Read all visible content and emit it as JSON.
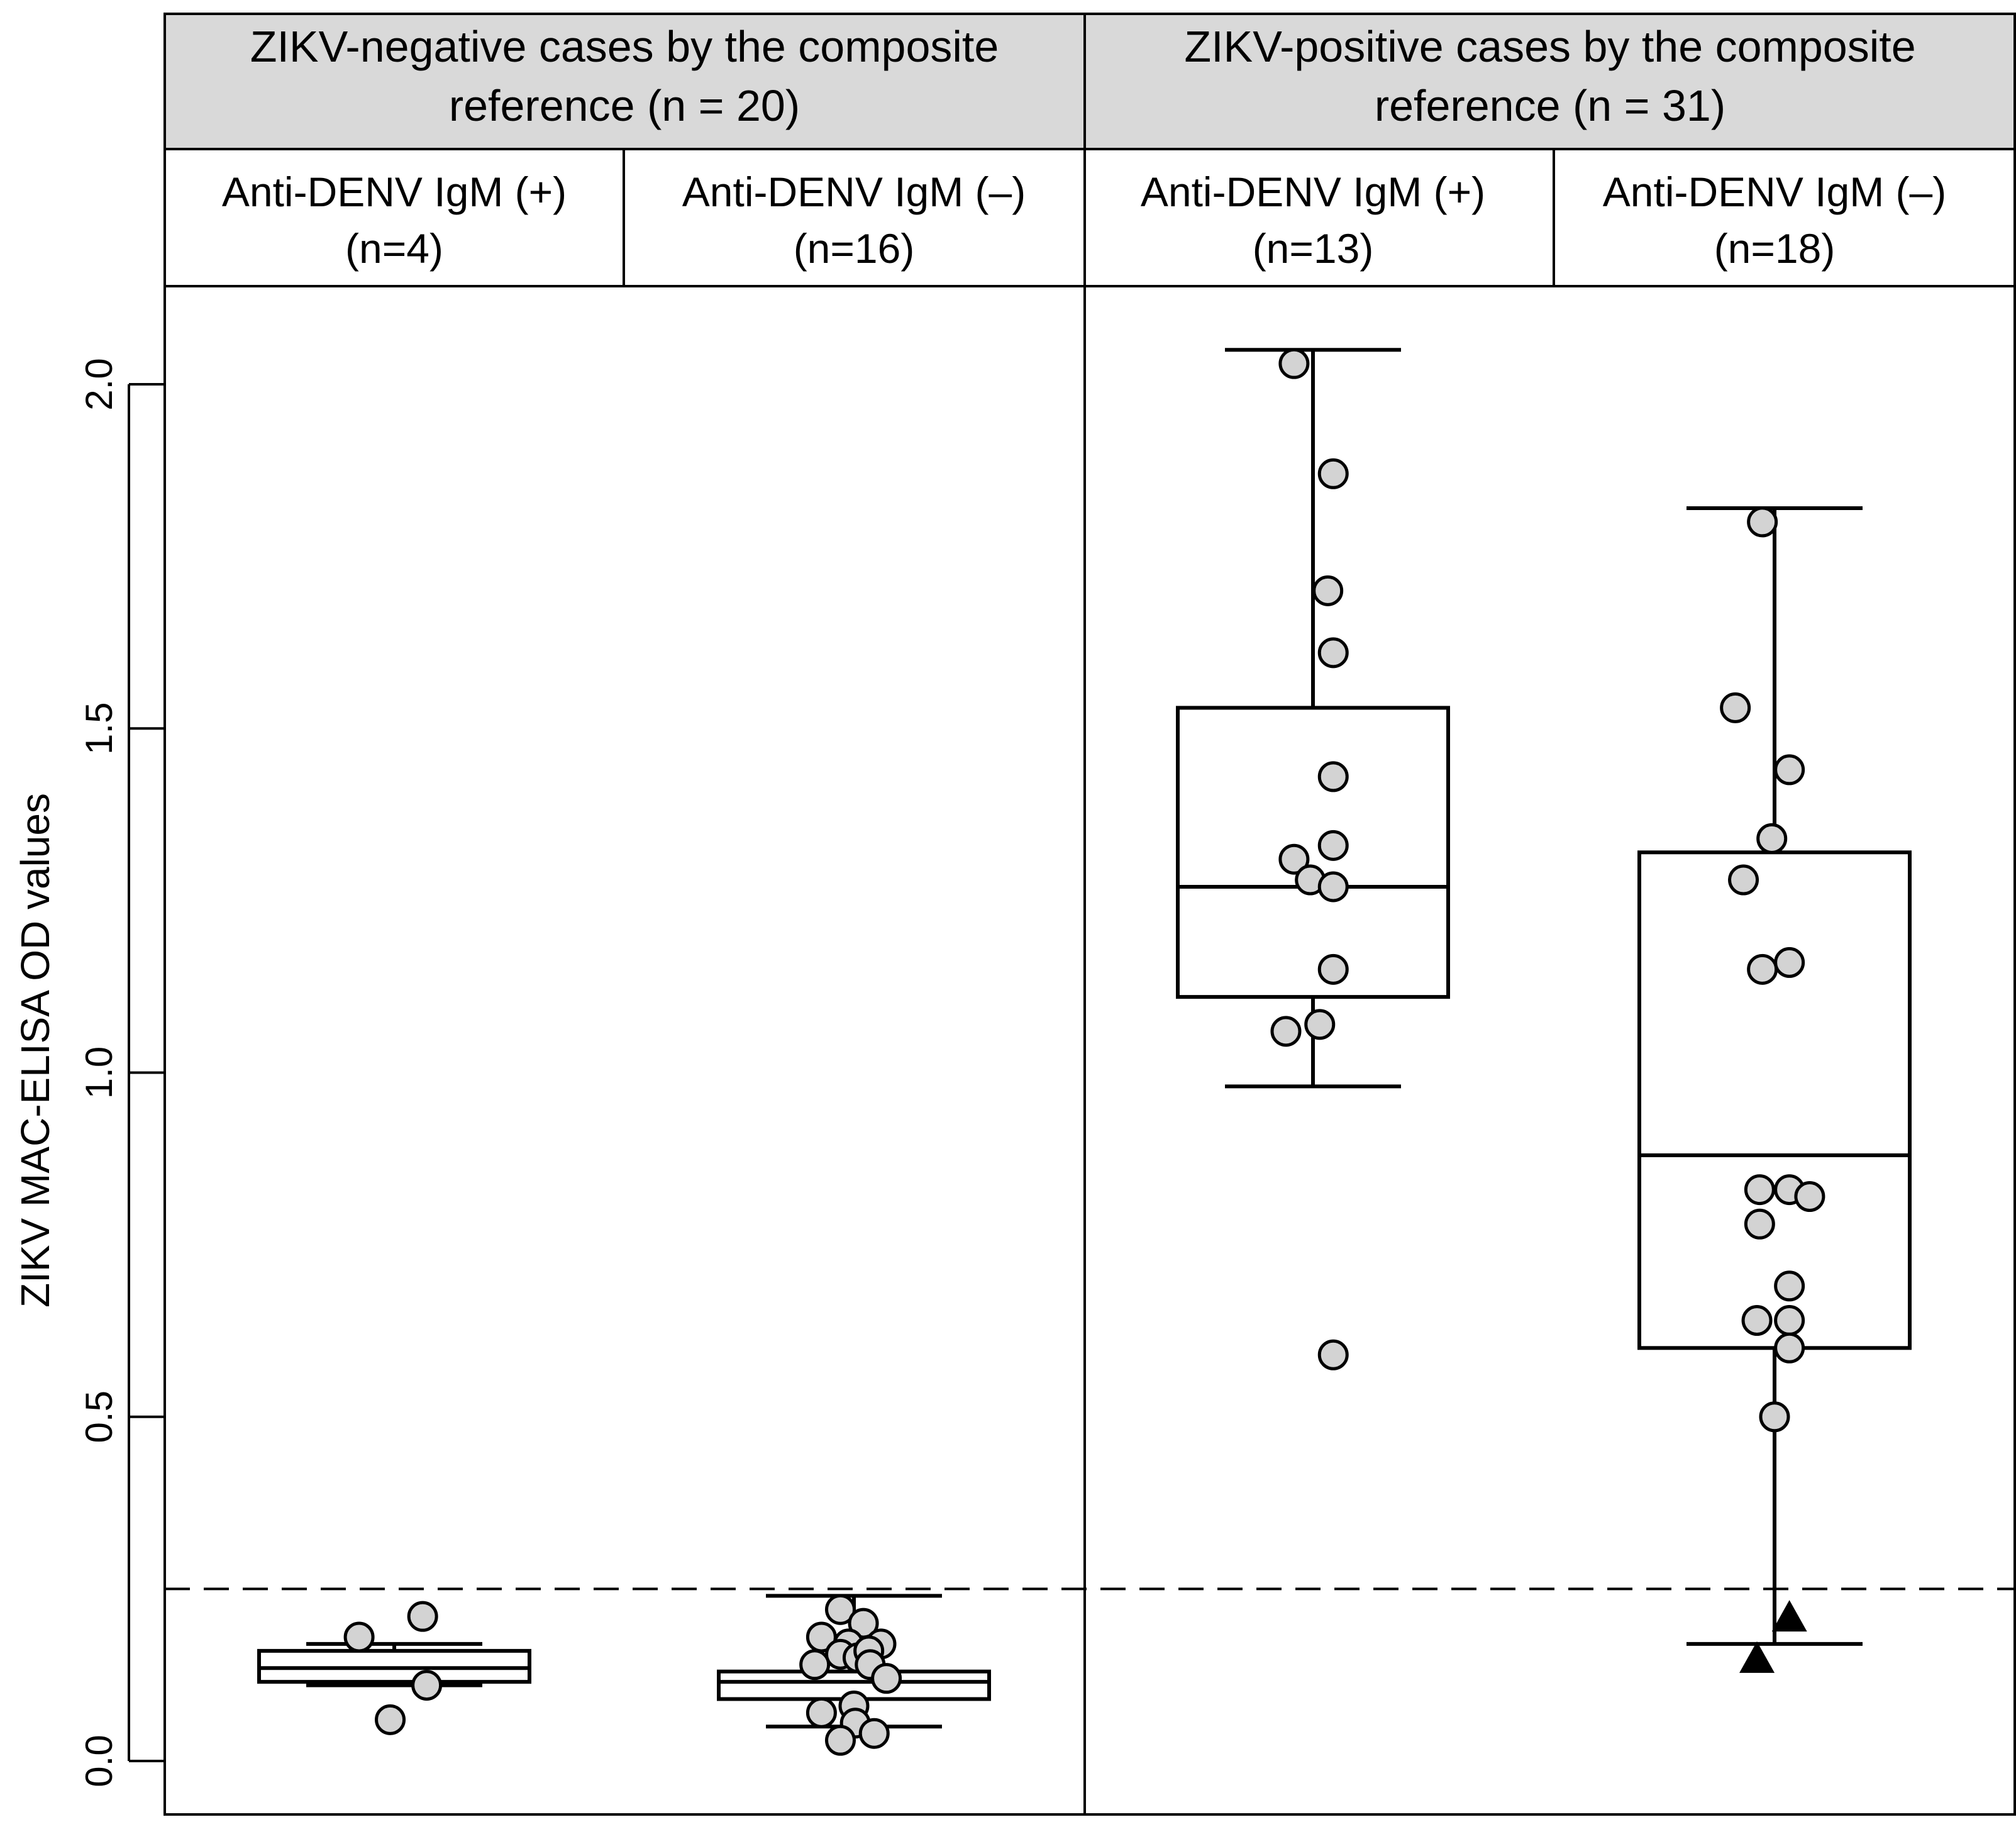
{
  "chart_data": {
    "type": "box",
    "ylabel": "ZIKV MAC-ELISA OD values",
    "ylim": [
      -0.04,
      2.16
    ],
    "yticks": [
      0.0,
      0.5,
      1.0,
      1.5,
      2.0
    ],
    "ytick_labels": [
      "0.0",
      "0.5",
      "1.0",
      "1.5",
      "2.0"
    ],
    "cutoff": 0.25,
    "panels": [
      {
        "label_lines": [
          "ZIKV-negative  cases by the composite",
          "reference (n = 20)"
        ],
        "groups": [
          {
            "label_lines": [
              "Anti-DENV IgM (+)",
              "(n=4)"
            ],
            "box": {
              "whisker_low": 0.11,
              "q1": 0.115,
              "median": 0.135,
              "q3": 0.16,
              "whisker_high": 0.17
            },
            "points": [
              {
                "dx": -0.26,
                "y": 0.18
              },
              {
                "dx": 0.21,
                "y": 0.21
              },
              {
                "dx": 0.24,
                "y": 0.11
              },
              {
                "dx": -0.03,
                "y": 0.06
              }
            ],
            "triangles": []
          },
          {
            "label_lines": [
              "Anti-DENV IgM (–)",
              "(n=16)"
            ],
            "box": {
              "whisker_low": 0.05,
              "q1": 0.09,
              "median": 0.115,
              "q3": 0.13,
              "whisker_high": 0.24
            },
            "points": [
              {
                "dx": -0.1,
                "y": 0.22
              },
              {
                "dx": 0.07,
                "y": 0.2
              },
              {
                "dx": -0.24,
                "y": 0.18
              },
              {
                "dx": -0.04,
                "y": 0.17
              },
              {
                "dx": 0.2,
                "y": 0.17
              },
              {
                "dx": -0.1,
                "y": 0.155
              },
              {
                "dx": 0.03,
                "y": 0.15
              },
              {
                "dx": 0.11,
                "y": 0.16
              },
              {
                "dx": -0.29,
                "y": 0.14
              },
              {
                "dx": 0.12,
                "y": 0.14
              },
              {
                "dx": 0.24,
                "y": 0.12
              },
              {
                "dx": -0.24,
                "y": 0.07
              },
              {
                "dx": 0.0,
                "y": 0.08
              },
              {
                "dx": 0.01,
                "y": 0.055
              },
              {
                "dx": -0.1,
                "y": 0.03
              },
              {
                "dx": 0.15,
                "y": 0.04
              }
            ],
            "triangles": []
          }
        ]
      },
      {
        "label_lines": [
          "ZIKV-positive  cases by the composite",
          "reference (n = 31)"
        ],
        "groups": [
          {
            "label_lines": [
              "Anti-DENV IgM (+)",
              "(n=13)"
            ],
            "box": {
              "whisker_low": 0.98,
              "q1": 1.11,
              "median": 1.27,
              "q3": 1.53,
              "whisker_high": 2.05
            },
            "points": [
              {
                "dx": -0.14,
                "y": 2.03
              },
              {
                "dx": 0.15,
                "y": 1.87
              },
              {
                "dx": 0.11,
                "y": 1.7
              },
              {
                "dx": 0.15,
                "y": 1.61
              },
              {
                "dx": 0.15,
                "y": 1.43
              },
              {
                "dx": 0.15,
                "y": 1.33
              },
              {
                "dx": -0.14,
                "y": 1.31
              },
              {
                "dx": -0.02,
                "y": 1.28
              },
              {
                "dx": 0.15,
                "y": 1.27
              },
              {
                "dx": 0.15,
                "y": 1.15
              },
              {
                "dx": 0.05,
                "y": 1.07
              },
              {
                "dx": -0.2,
                "y": 1.06
              },
              {
                "dx": 0.15,
                "y": 0.59
              }
            ],
            "triangles": []
          },
          {
            "label_lines": [
              "Anti-DENV IgM (–)",
              "(n=18)"
            ],
            "box": {
              "whisker_low": 0.17,
              "q1": 0.6,
              "median": 0.88,
              "q3": 1.32,
              "whisker_high": 1.82
            },
            "points": [
              {
                "dx": -0.09,
                "y": 1.8
              },
              {
                "dx": -0.29,
                "y": 1.53
              },
              {
                "dx": 0.11,
                "y": 1.44
              },
              {
                "dx": -0.02,
                "y": 1.34
              },
              {
                "dx": -0.23,
                "y": 1.28
              },
              {
                "dx": -0.09,
                "y": 1.15
              },
              {
                "dx": 0.11,
                "y": 1.16
              },
              {
                "dx": -0.11,
                "y": 0.83
              },
              {
                "dx": 0.11,
                "y": 0.83
              },
              {
                "dx": 0.26,
                "y": 0.82
              },
              {
                "dx": -0.11,
                "y": 0.78
              },
              {
                "dx": 0.11,
                "y": 0.69
              },
              {
                "dx": -0.13,
                "y": 0.64
              },
              {
                "dx": 0.11,
                "y": 0.64
              },
              {
                "dx": 0.11,
                "y": 0.6
              },
              {
                "dx": 0.0,
                "y": 0.5
              }
            ],
            "triangles": [
              {
                "dx": 0.11,
                "y": 0.21
              },
              {
                "dx": -0.13,
                "y": 0.15
              }
            ]
          }
        ]
      }
    ]
  }
}
